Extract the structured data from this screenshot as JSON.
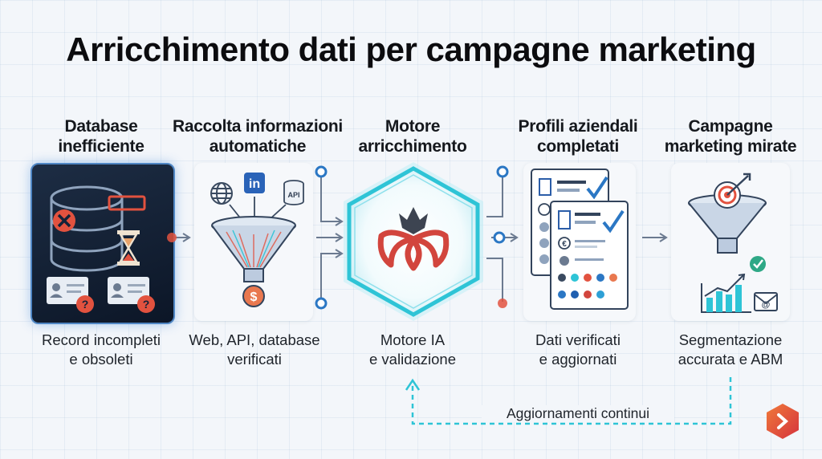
{
  "title": "Arricchimento dati per campagne marketing",
  "stages": [
    {
      "title_line1": "Database",
      "title_line2": "inefficiente",
      "caption_line1": "Record incompleti",
      "caption_line2": "e obsoleti"
    },
    {
      "title_line1": "Raccolta informazioni",
      "title_line2": "automatiche",
      "caption_line1": "Web, API, database",
      "caption_line2": "verificati"
    },
    {
      "title_line1": "Motore",
      "title_line2": "arricchimento",
      "caption_line1": "Motore IA",
      "caption_line2": "e validazione"
    },
    {
      "title_line1": "Profili aziendali",
      "title_line2": "completati",
      "caption_line1": "Dati verificati",
      "caption_line2": "e aggiornati"
    },
    {
      "title_line1": "Campagne",
      "title_line2": "marketing mirate",
      "caption_line1": "Segmentazione",
      "caption_line2": "accurata e ABM"
    }
  ],
  "icons": {
    "linkedin": "in",
    "api": "API",
    "currency": "$",
    "euro": "€",
    "email": "@"
  },
  "feedback_label": "Aggiornamenti continui",
  "colors": {
    "accent_teal": "#2ec4d6",
    "accent_red": "#e2523f",
    "dark_navy": "#132238",
    "blue_dot": "#2b77c4"
  }
}
